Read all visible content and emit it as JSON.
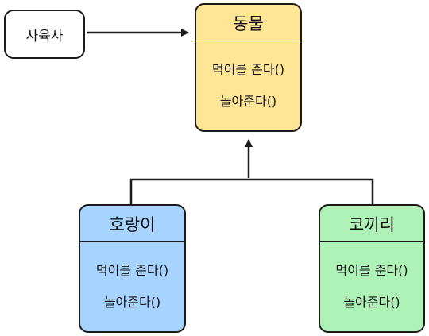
{
  "zookeeper": {
    "label": "사육사"
  },
  "classes": {
    "animal": {
      "title": "동물",
      "methods": [
        "먹이를 준다()",
        "놀아준다()"
      ],
      "fill": "#ffe596"
    },
    "tiger": {
      "title": "호랑이",
      "methods": [
        "먹이를 준다()",
        "놀아준다()"
      ],
      "fill": "#a6d4ff"
    },
    "elephant": {
      "title": "코끼리",
      "methods": [
        "먹이를 준다()",
        "놀아준다()"
      ],
      "fill": "#aff2b7"
    }
  },
  "colors": {
    "stroke": "#1a1a1a",
    "background": "#ffffff"
  }
}
